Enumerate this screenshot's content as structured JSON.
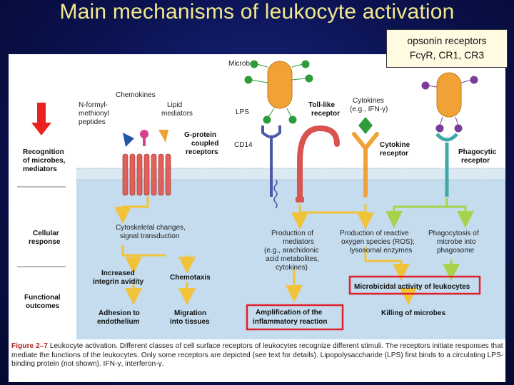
{
  "slide": {
    "title": "Main mechanisms of leukocyte activation",
    "callout_line1": "opsonin receptors",
    "callout_line2": "FcγR, CR1, CR3"
  },
  "colors": {
    "background": "#0b1250",
    "title": "#f2e98a",
    "membrane": "#c9dfee",
    "cell_interior": "#b7d3e9",
    "receptor_red": "#e0605a",
    "microbe_orange": "#f0a236",
    "arrow_yellow": "#f0c33a",
    "arrow_green": "#a8d24c",
    "highlight_red": "#e0202a",
    "signal_red": "#e8231f"
  },
  "figure": {
    "side_labels": {
      "recognition_1": "Recognition",
      "recognition_2": "of microbes,",
      "recognition_3": "mediators",
      "cellular_1": "Cellular",
      "cellular_2": "response",
      "functional_1": "Functional",
      "functional_2": "outcomes"
    },
    "ligands": {
      "microbe": "Microbe",
      "lps": "LPS",
      "chemokines": "Chemokines",
      "nformyl_1": "N-formyl-",
      "nformyl_2": "methionyl",
      "nformyl_3": "peptides",
      "lipid_1": "Lipid",
      "lipid_2": "mediators",
      "cytokines_1": "Cytokines",
      "cytokines_2": "(e.g., IFN-γ)"
    },
    "receptors": {
      "gpcr_1": "G-protein",
      "gpcr_2": "coupled",
      "gpcr_3": "receptors",
      "cd14": "CD14",
      "tlr_1": "Toll-like",
      "tlr_2": "receptor",
      "cytokine_r_1": "Cytokine",
      "cytokine_r_2": "receptor",
      "phagocytic_1": "Phagocytic",
      "phagocytic_2": "receptor"
    },
    "responses": {
      "cytoskeletal_1": "Cytoskeletal changes,",
      "cytoskeletal_2": "signal transduction",
      "mediators_1": "Production of",
      "mediators_2": "mediators",
      "mediators_3": "(e.g., arachidonic",
      "mediators_4": "acid metabolites,",
      "mediators_5": "cytokines)",
      "ros_1": "Production of reactive",
      "ros_2": "oxygen species (ROS);",
      "ros_3": "lysosomal enzymes",
      "phago_1": "Phagocytosis of",
      "phago_2": "microbe into",
      "phago_3": "phagosome"
    },
    "outcomes": {
      "integrin_1": "Increased",
      "integrin_2": "integrin avidity",
      "chemotaxis": "Chemotaxis",
      "microbicidal": "Microbicidal activity of leukocytes",
      "adhesion_1": "Adhesion to",
      "adhesion_2": "endothelium",
      "migration_1": "Migration",
      "migration_2": "into tissues",
      "amplification_1": "Amplification of the",
      "amplification_2": "inflammatory reaction",
      "killing": "Killing of microbes"
    },
    "caption": {
      "figure_no": "Figure 2–7",
      "text": "Leukocyte activation. Different classes of cell surface receptors of leukocytes recognize different stimuli. The receptors initiate responses that mediate the functions of the leukocytes. Only some receptors are depicted (see text for details). Lipopolysaccharide (LPS) first binds to a circulating LPS-binding protein (not shown). IFN-γ, interferon-γ."
    }
  }
}
